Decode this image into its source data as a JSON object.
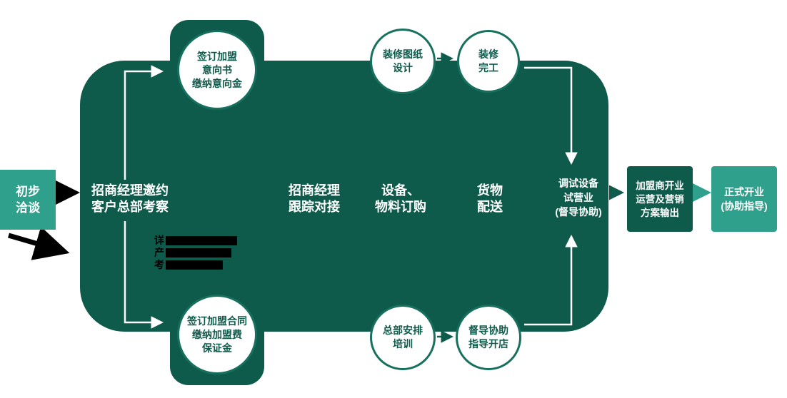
{
  "colors": {
    "teal": "#2FA08C",
    "dark_teal": "#0E5A4B",
    "circle_ring": "#17705D",
    "arrow_black": "#000000",
    "arrow_white": "#FFFFFF"
  },
  "start_box": {
    "line1": "初步",
    "line2": "洽谈"
  },
  "main_steps": {
    "invite": {
      "line1": "招商经理邀约",
      "line2": "客户总部考察"
    },
    "follow": {
      "line1": "招商经理",
      "line2": "跟踪对接"
    },
    "equipment": {
      "line1": "设备、",
      "line2": "物料订购"
    },
    "delivery": {
      "line1": "货物",
      "line2": "配送"
    },
    "trial": {
      "line1": "调试设备",
      "line2": "试营业",
      "line3": "(督导协助)"
    }
  },
  "badges": {
    "intent": {
      "line1": "签订加盟",
      "line2": "意向书",
      "line3": "缴纳意向金"
    },
    "contract": {
      "line1": "签订加盟合同",
      "line2": "缴纳加盟费",
      "line3": "保证金"
    }
  },
  "circles": {
    "design": {
      "line1": "装修图纸",
      "line2": "设计"
    },
    "construction": {
      "line1": "装修",
      "line2": "完工"
    },
    "training": {
      "line1": "总部安排",
      "line2": "培训"
    },
    "guidance": {
      "line1": "督导协助",
      "line2": "指导开店"
    }
  },
  "end_boxes": {
    "operation": {
      "line1": "加盟商开业",
      "line2": "运营及营销",
      "line3": "方案输出"
    },
    "opening": {
      "line1": "正式开业",
      "line2": "(协助指导)"
    }
  },
  "note": {
    "char1": "详",
    "char2": "产",
    "char3": "考"
  }
}
